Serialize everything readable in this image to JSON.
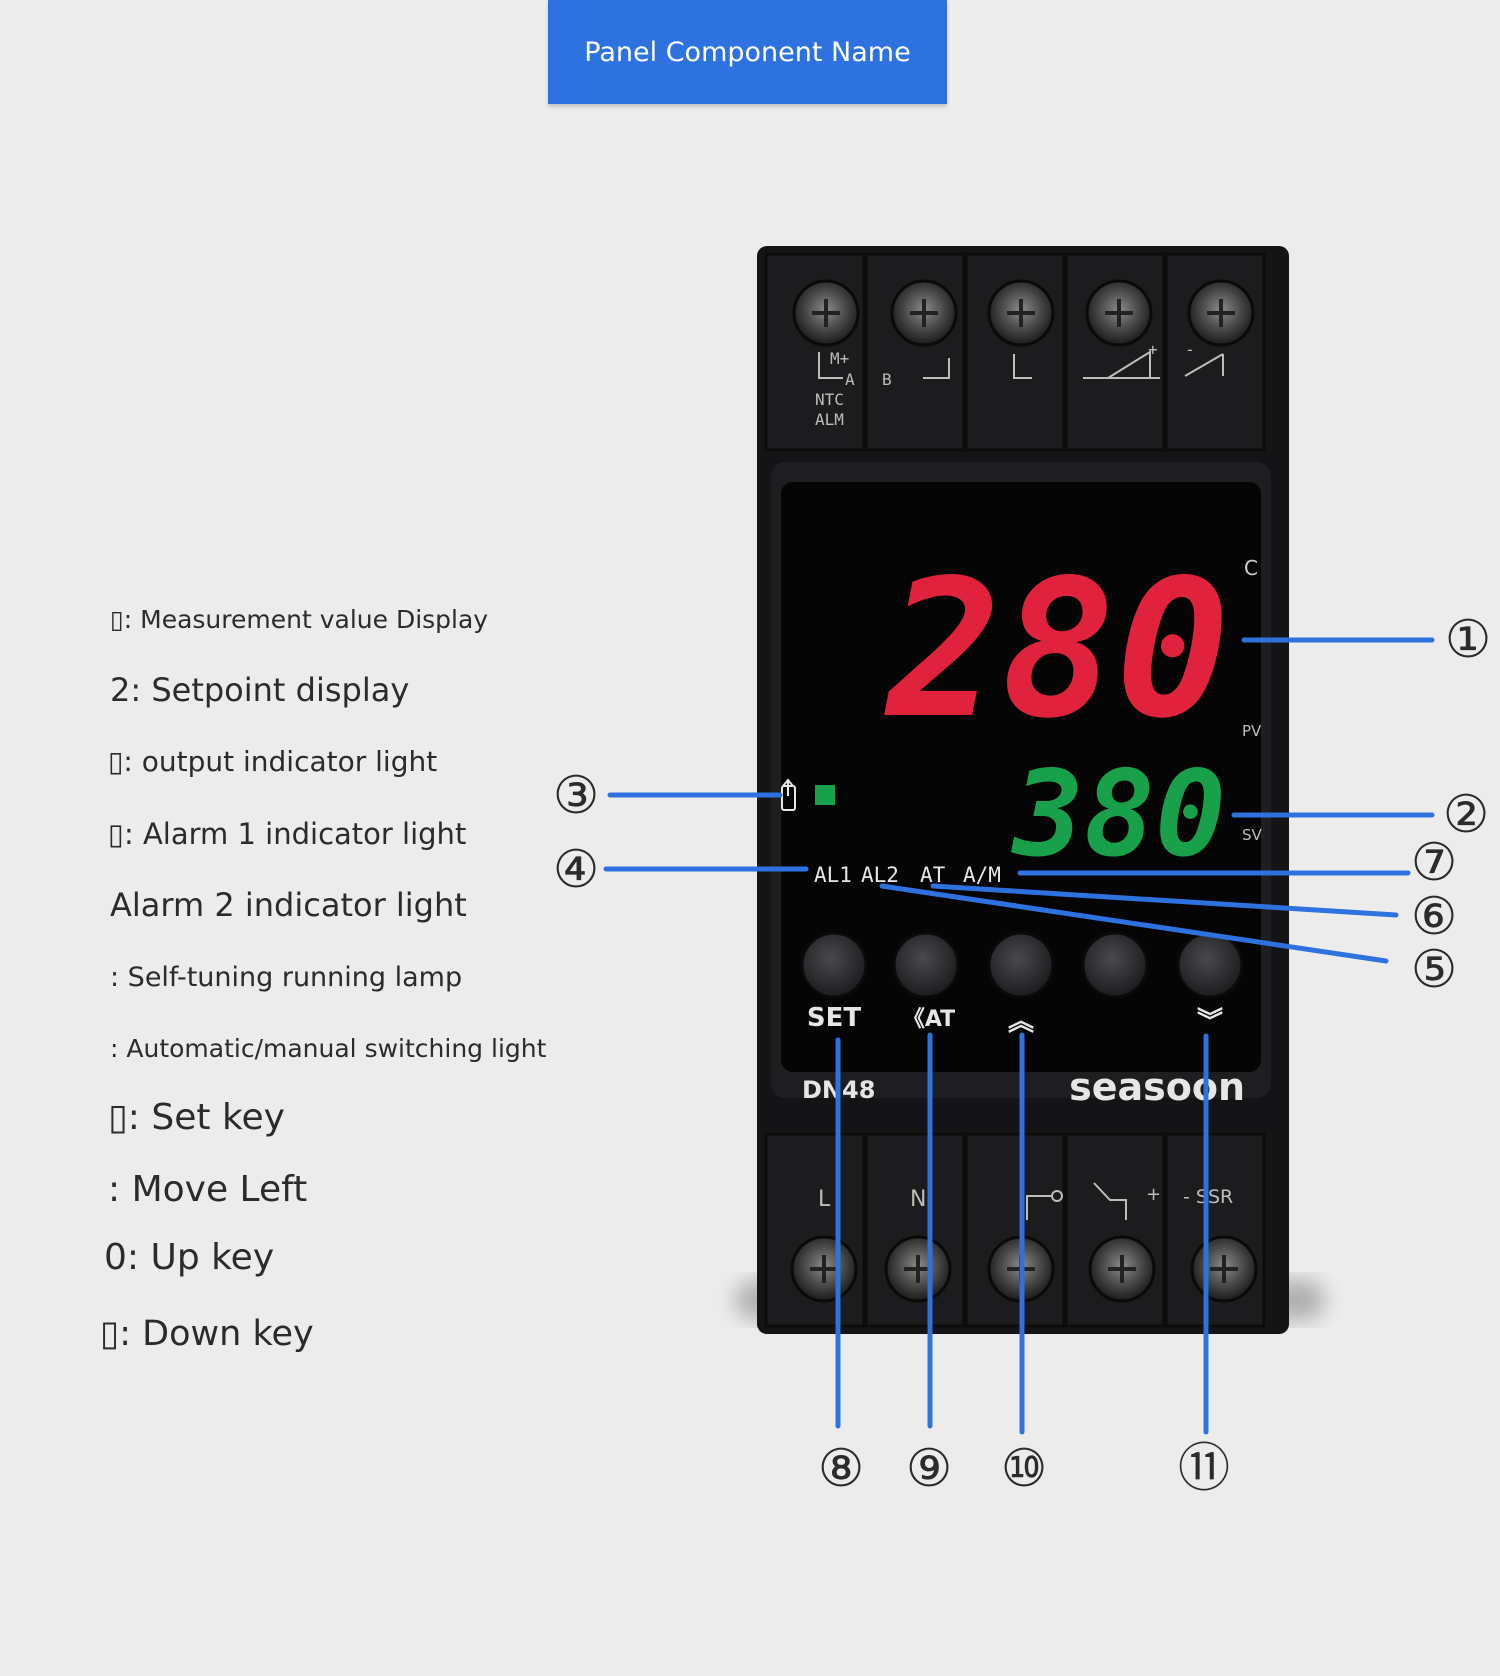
{
  "header": {
    "title": "Panel Component Name"
  },
  "legend": [
    "▯: Measurement value Display",
    "2: Setpoint display",
    "▯: output indicator light",
    "▯: Alarm 1 indicator light",
    "Alarm 2 indicator light",
    ": Self-tuning running lamp",
    ": Automatic/manual switching light",
    "▯: Set key",
    ": Move Left",
    "0: Up key",
    "▯: Down key"
  ],
  "device": {
    "top_terminal_labels": [
      "M+",
      "A",
      "NTC",
      "ALM",
      "B",
      "+",
      "-"
    ],
    "pv_value": "280",
    "sv_value": "380",
    "unit": "C",
    "pv_label": "PV",
    "sv_label": "SV",
    "indicators": [
      "AL1",
      "AL2",
      "AT",
      "A/M"
    ],
    "key_labels": {
      "set": "SET",
      "left": "《AT",
      "up": "︽",
      "down": "︾"
    },
    "model": "DN48",
    "brand": "seasoon",
    "bottom_terminal_labels": [
      "L",
      "N",
      "+",
      "- SSR"
    ]
  },
  "callouts": [
    "①",
    "②",
    "③",
    "④",
    "⑤",
    "⑥",
    "⑦",
    "⑧",
    "⑨",
    "⑩",
    "⑪"
  ],
  "colors": {
    "accent": "#2e72df",
    "pv": "#e0223c",
    "sv": "#18a14a",
    "leader": "#2e72df"
  }
}
